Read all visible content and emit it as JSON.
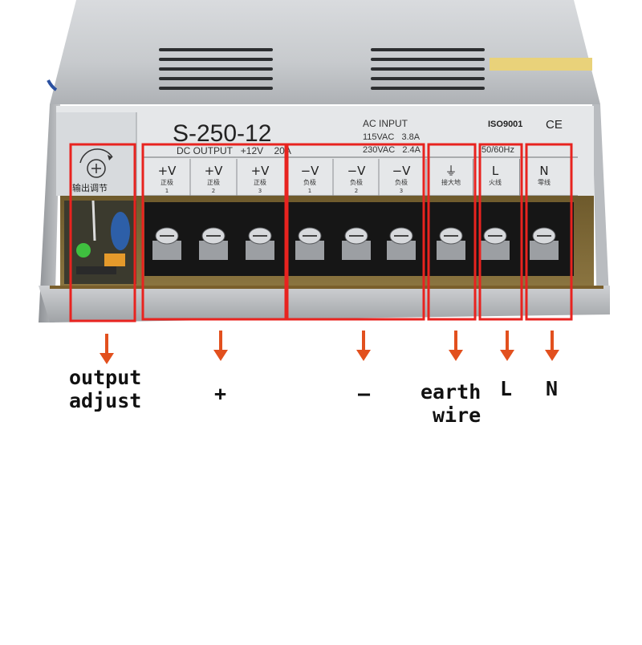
{
  "device": {
    "model": "S-250-12",
    "ac_input": {
      "title": "AC INPUT",
      "line1": "115VAC   3.8A",
      "line2": "230VAC   2.4A",
      "freq": "50/60Hz"
    },
    "cert": {
      "iso": "ISO9001",
      "ce": "CE"
    },
    "dc_output": "DC OUTPUT   +12V    20A",
    "adjust_cn": "输出调节"
  },
  "terminals": [
    {
      "sym": "+V",
      "cn": "正极",
      "num": "1"
    },
    {
      "sym": "+V",
      "cn": "正极",
      "num": "2"
    },
    {
      "sym": "+V",
      "cn": "正极",
      "num": "3"
    },
    {
      "sym": "−V",
      "cn": "负极",
      "num": "1"
    },
    {
      "sym": "−V",
      "cn": "负极",
      "num": "2"
    },
    {
      "sym": "−V",
      "cn": "负极",
      "num": "3"
    },
    {
      "sym": "⏚",
      "cn": "接大地",
      "num": ""
    },
    {
      "sym": "L",
      "cn": "火线",
      "num": ""
    },
    {
      "sym": "N",
      "cn": "零线",
      "num": ""
    }
  ],
  "annotations": {
    "output_adjust": [
      "output",
      "adjust"
    ],
    "plus": "+",
    "minus": "—",
    "earth": [
      "earth",
      "wire"
    ],
    "live": "L",
    "neutral": "N"
  },
  "colors": {
    "highlight": "#e8231f",
    "arrow": "#e2501e",
    "metal": "#c9ccd0",
    "panel": "#e4e6e8",
    "terminal_block": "#161616"
  }
}
